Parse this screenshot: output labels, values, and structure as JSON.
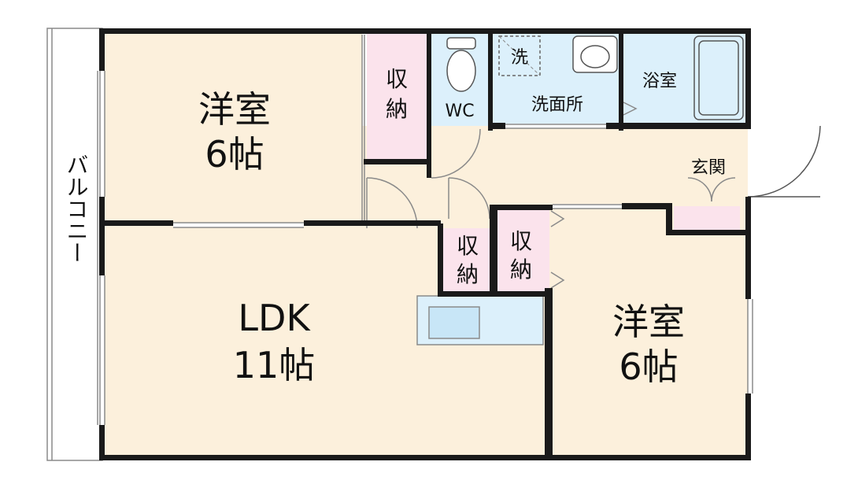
{
  "rooms": {
    "western_room_1": {
      "name": "洋室",
      "size": "6帖",
      "color": "#fcf0dc"
    },
    "western_room_2": {
      "name": "洋室",
      "size": "6帖",
      "color": "#fcf0dc"
    },
    "ldk": {
      "name": "LDK",
      "size": "11帖",
      "color": "#fcf0dc"
    },
    "toilet": {
      "name": "WC",
      "color": "#dcf0fb"
    },
    "washroom": {
      "name": "洗面所",
      "color": "#dcf0fb"
    },
    "washer": {
      "name": "洗",
      "color": "#dcf0fb"
    },
    "bathroom": {
      "name": "浴室",
      "color": "#dcf0fb"
    },
    "entrance": {
      "name": "玄関",
      "color": "#fcf0dc"
    },
    "balcony": {
      "name": "バルコニー"
    }
  },
  "storage": {
    "storage_1": {
      "line1": "収",
      "line2": "納",
      "color": "#fbe3ec"
    },
    "storage_2": {
      "line1": "収",
      "line2": "納",
      "color": "#fbe3ec"
    },
    "storage_3": {
      "line1": "収",
      "line2": "納",
      "color": "#fbe3ec"
    }
  },
  "colors": {
    "wall": "#1a1a1a",
    "dry_area": "#fcf0dc",
    "wet_area": "#dcf0fb",
    "storage": "#fbe3ec"
  }
}
